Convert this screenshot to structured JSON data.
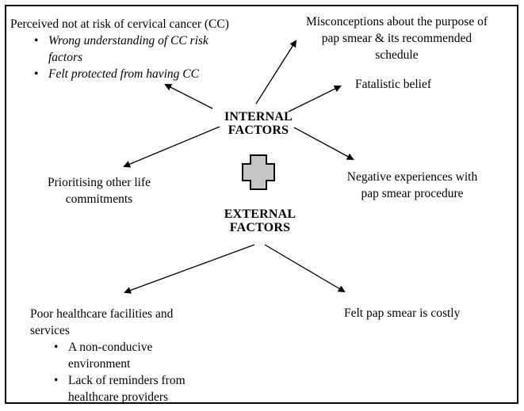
{
  "diagram": {
    "hub_internal": {
      "line1": "INTERNAL",
      "line2": "FACTORS"
    },
    "hub_external": {
      "line1": "EXTERNAL",
      "line2": "FACTORS"
    },
    "nodes": {
      "perceived_risk": {
        "title": "Perceived not at risk of cervical cancer (CC)",
        "bullets": [
          "Wrong understanding of CC risk factors",
          "Felt protected from having CC"
        ]
      },
      "misconceptions": {
        "text": "Misconceptions about the purpose of pap smear & its recommended schedule"
      },
      "fatalistic_belief": {
        "text": "Fatalistic belief"
      },
      "negative_experiences": {
        "text": "Negative experiences with pap smear procedure"
      },
      "prioritising": {
        "text": "Prioritising other life commitments"
      },
      "poor_facilities": {
        "title": "Poor healthcare facilities and services",
        "bullets": [
          "A non-conducive environment",
          "Lack of reminders from healthcare providers"
        ]
      },
      "costly": {
        "text": "Felt pap smear is costly"
      }
    },
    "glyphs": {
      "bullet": "•"
    },
    "colors": {
      "cross_fill": "#c5c5c5",
      "cross_stroke": "#000000",
      "arrow": "#000000",
      "border": "#000000",
      "background": "#ffffff"
    }
  }
}
